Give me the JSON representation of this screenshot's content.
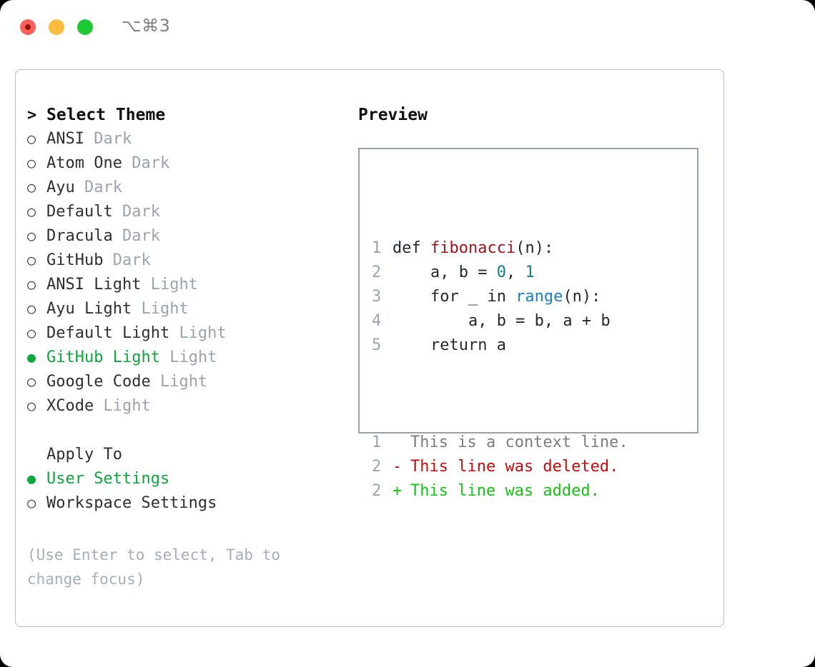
{
  "titlebar": {
    "shortcut": "⌥⌘3",
    "buttons": [
      "close",
      "minimize",
      "maximize"
    ]
  },
  "theme_list": {
    "heading_marker": ">",
    "heading": "Select Theme",
    "items": [
      {
        "marker": "○",
        "name": "ANSI",
        "variant": "Dark",
        "selected": false
      },
      {
        "marker": "○",
        "name": "Atom One",
        "variant": "Dark",
        "selected": false
      },
      {
        "marker": "○",
        "name": "Ayu",
        "variant": "Dark",
        "selected": false
      },
      {
        "marker": "○",
        "name": "Default",
        "variant": "Dark",
        "selected": false
      },
      {
        "marker": "○",
        "name": "Dracula",
        "variant": "Dark",
        "selected": false
      },
      {
        "marker": "○",
        "name": "GitHub",
        "variant": "Dark",
        "selected": false
      },
      {
        "marker": "○",
        "name": "ANSI Light",
        "variant": "Light",
        "selected": false
      },
      {
        "marker": "○",
        "name": "Ayu Light",
        "variant": "Light",
        "selected": false
      },
      {
        "marker": "○",
        "name": "Default Light",
        "variant": "Light",
        "selected": false
      },
      {
        "marker": "●",
        "name": "GitHub Light",
        "variant": "Light",
        "selected": true
      },
      {
        "marker": "○",
        "name": "Google Code",
        "variant": "Light",
        "selected": false
      },
      {
        "marker": "○",
        "name": "XCode",
        "variant": "Light",
        "selected": false
      }
    ]
  },
  "apply_to": {
    "label": "Apply To",
    "items": [
      {
        "marker": "●",
        "name": "User Settings",
        "selected": true
      },
      {
        "marker": "○",
        "name": "Workspace Settings",
        "selected": false
      }
    ]
  },
  "hint": "(Use Enter to select, Tab to change focus)",
  "preview": {
    "title": "Preview",
    "code_lines": [
      {
        "no": "1",
        "tokens": [
          {
            "t": "def ",
            "k": "plain"
          },
          {
            "t": "fibonacci",
            "k": "func"
          },
          {
            "t": "(n):",
            "k": "plain"
          }
        ]
      },
      {
        "no": "2",
        "tokens": [
          {
            "t": "    a, b = ",
            "k": "plain"
          },
          {
            "t": "0",
            "k": "num"
          },
          {
            "t": ", ",
            "k": "plain"
          },
          {
            "t": "1",
            "k": "num"
          }
        ]
      },
      {
        "no": "3",
        "tokens": [
          {
            "t": "    for _ in ",
            "k": "plain"
          },
          {
            "t": "range",
            "k": "builtin"
          },
          {
            "t": "(n):",
            "k": "plain"
          }
        ]
      },
      {
        "no": "4",
        "tokens": [
          {
            "t": "        a, b = b, a + b",
            "k": "plain"
          }
        ]
      },
      {
        "no": "5",
        "tokens": [
          {
            "t": "    return a",
            "k": "plain"
          }
        ]
      }
    ],
    "diff_lines": [
      {
        "no": "1",
        "mark": " ",
        "text": "This is a context line.",
        "kind": "ctx"
      },
      {
        "no": "2",
        "mark": "-",
        "text": "This line was deleted.",
        "kind": "del"
      },
      {
        "no": "2",
        "mark": "+",
        "text": "This line was added.",
        "kind": "add"
      }
    ]
  },
  "colors": {
    "selected_green": "#0ca83c",
    "diff_added": "#14c314",
    "diff_deleted": "#cc0a0a",
    "muted": "#9aa3af",
    "function": "#a3131b",
    "number": "#0f7f8c",
    "builtin": "#1b7fc4",
    "panel_border": "#b6bfcb",
    "preview_border": "#97a2b0"
  }
}
